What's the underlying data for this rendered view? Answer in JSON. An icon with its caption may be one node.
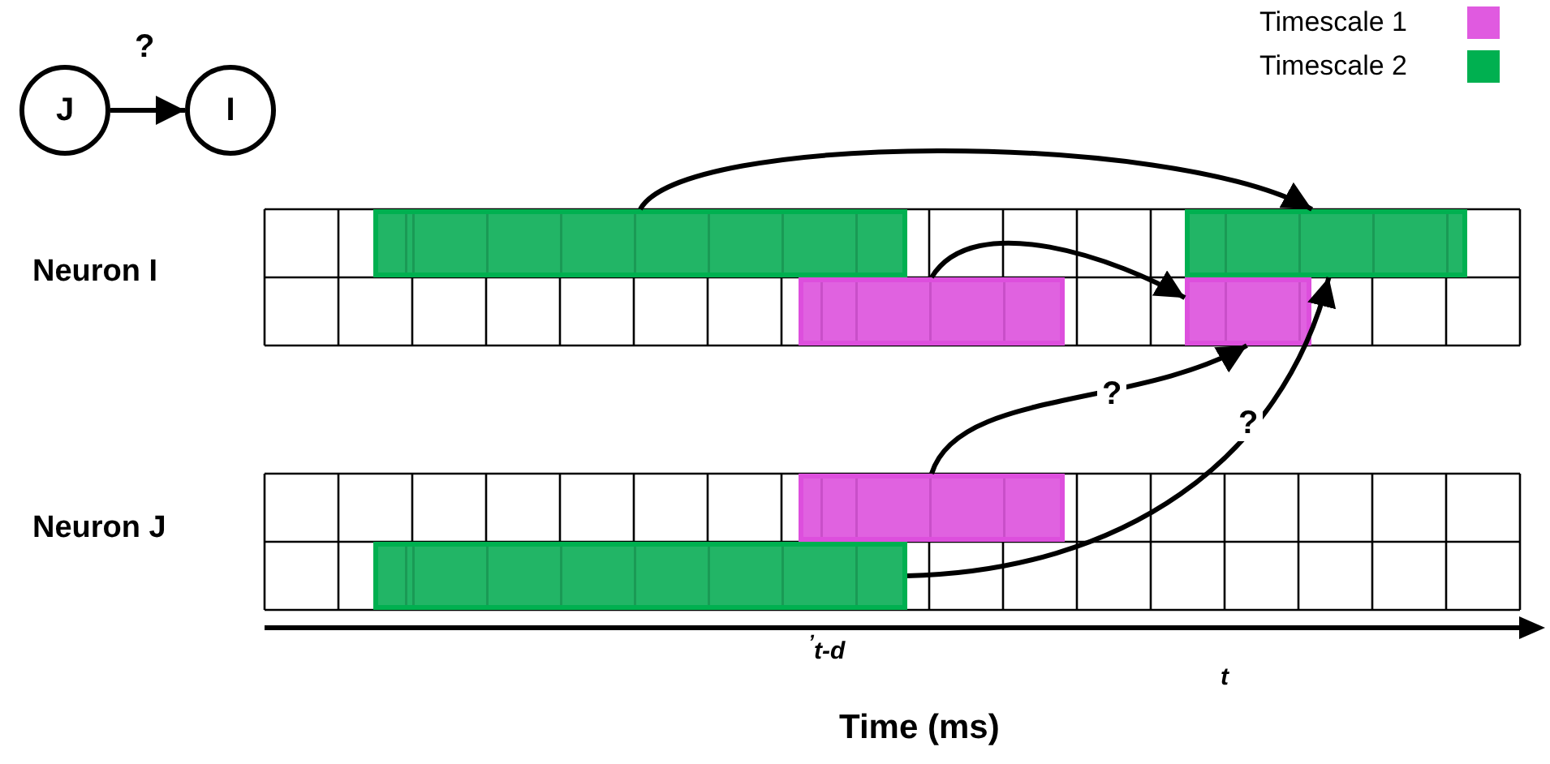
{
  "diagram": {
    "nodes": [
      {
        "text": [
          "J"
        ]
      },
      {
        "text": [
          "I"
        ]
      },
      {
        "text": [],
        "shape": "bar"
      },
      {
        "text": [],
        "shape": "bar"
      },
      {
        "text": [],
        "shape": "bar"
      },
      {
        "text": [],
        "shape": "bar"
      },
      {
        "text": [],
        "shape": "bar"
      },
      {
        "text": [],
        "shape": "bar"
      }
    ],
    "edges": [
      {
        "from": 0,
        "to": 1,
        "arrow": "to",
        "label": "?"
      },
      {
        "from": 2,
        "to": 3,
        "arrow": "to"
      },
      {
        "from": 4,
        "to": 5,
        "arrow": "to"
      },
      {
        "from": 6,
        "to": 5,
        "arrow": "to",
        "label": "?"
      },
      {
        "from": 7,
        "to": 3,
        "arrow": "to",
        "label": "?"
      }
    ],
    "labels": [
      "Neuron I",
      "Neuron J",
      "$^{’}$t-d",
      "t",
      "Time (ms)"
    ],
    "legend": [
      {
        "text": "Timescale 1",
        "color": "#e05ae0"
      },
      {
        "text": "Timescale 2",
        "color": "#00b050"
      }
    ]
  }
}
